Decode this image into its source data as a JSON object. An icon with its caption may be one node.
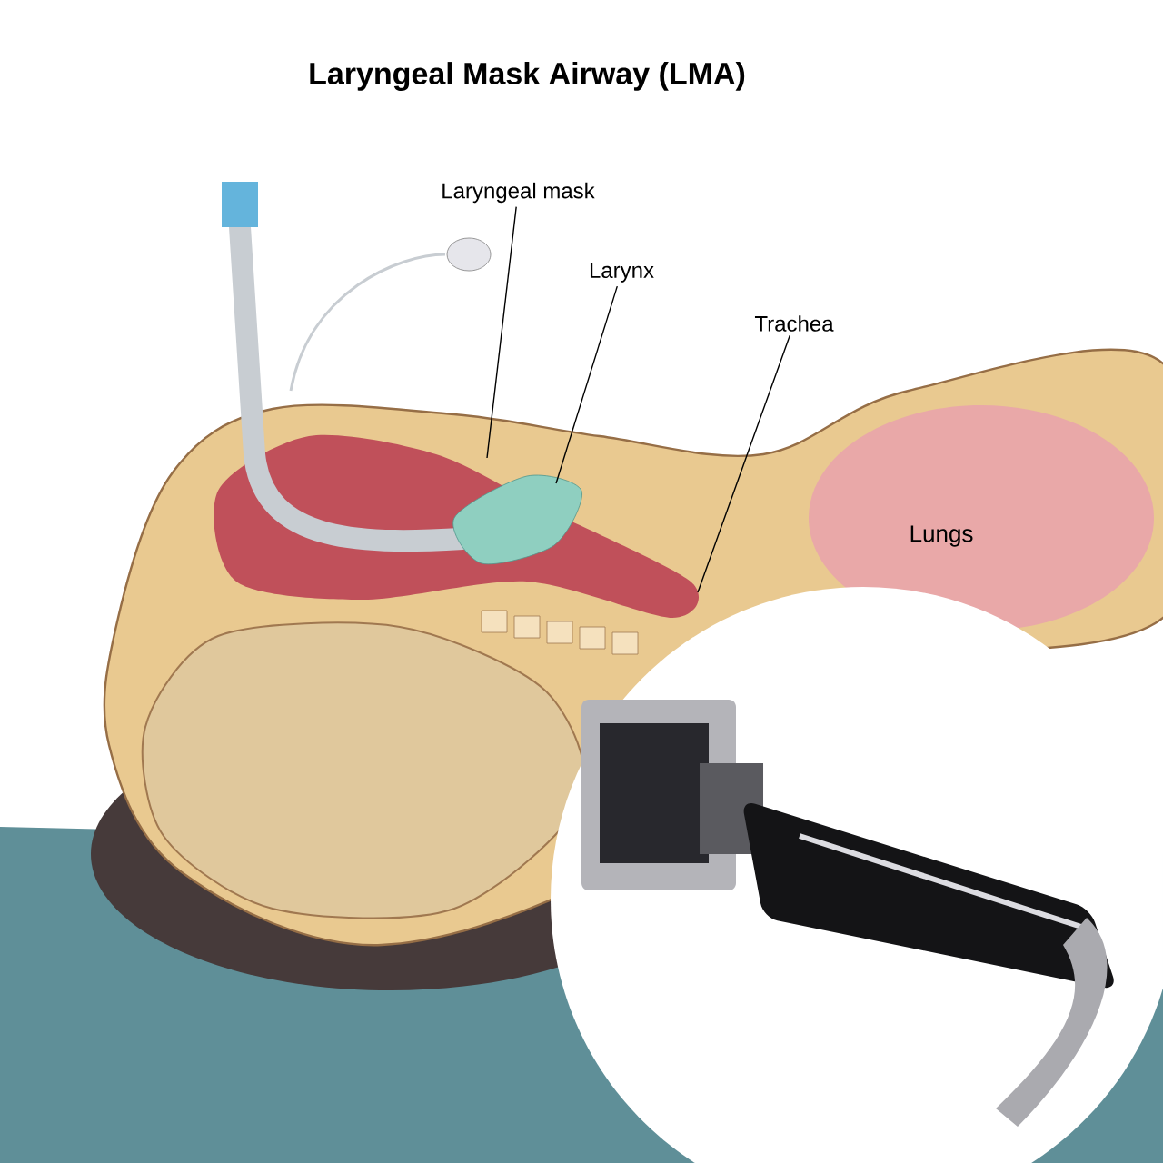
{
  "diagram": {
    "title": "Laryngeal Mask Airway (LMA)",
    "nodes": [
      {
        "text": [
          "Laryngeal mask"
        ]
      },
      {
        "text": [
          "Larynx"
        ]
      },
      {
        "text": [
          "Trachea"
        ]
      }
    ],
    "edges": [
      {
        "from": 0,
        "to": null,
        "arrow": "none"
      },
      {
        "from": 1,
        "to": null,
        "arrow": "none"
      },
      {
        "from": 2,
        "to": null,
        "arrow": "none"
      }
    ],
    "labels": [
      "Lungs"
    ]
  }
}
